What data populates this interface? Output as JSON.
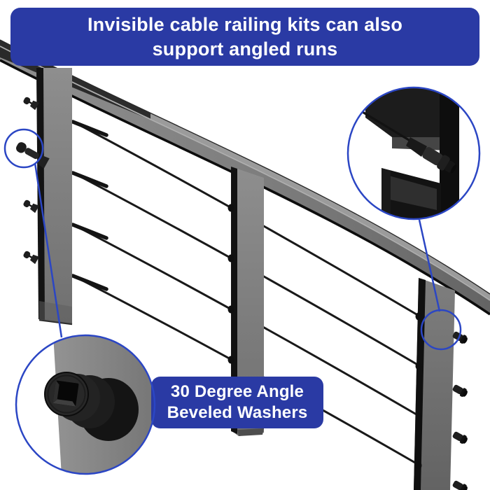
{
  "banner": {
    "line1": "Invisible cable railing kits can also",
    "line2": "support angled runs"
  },
  "label": {
    "line1": "30 Degree Angle",
    "line2": "Beveled Washers"
  },
  "colors": {
    "banner_bg": "#2a3aa4",
    "banner_text": "#ffffff",
    "callout_blue": "#2b46c4",
    "background": "#ffffff",
    "rail_gray_light": "#9a9a9a",
    "rail_gray": "#7a7a7a",
    "post_gray": "#8a8a8a",
    "post_gray_dark": "#6d6d6d",
    "hardware_black": "#161616"
  }
}
